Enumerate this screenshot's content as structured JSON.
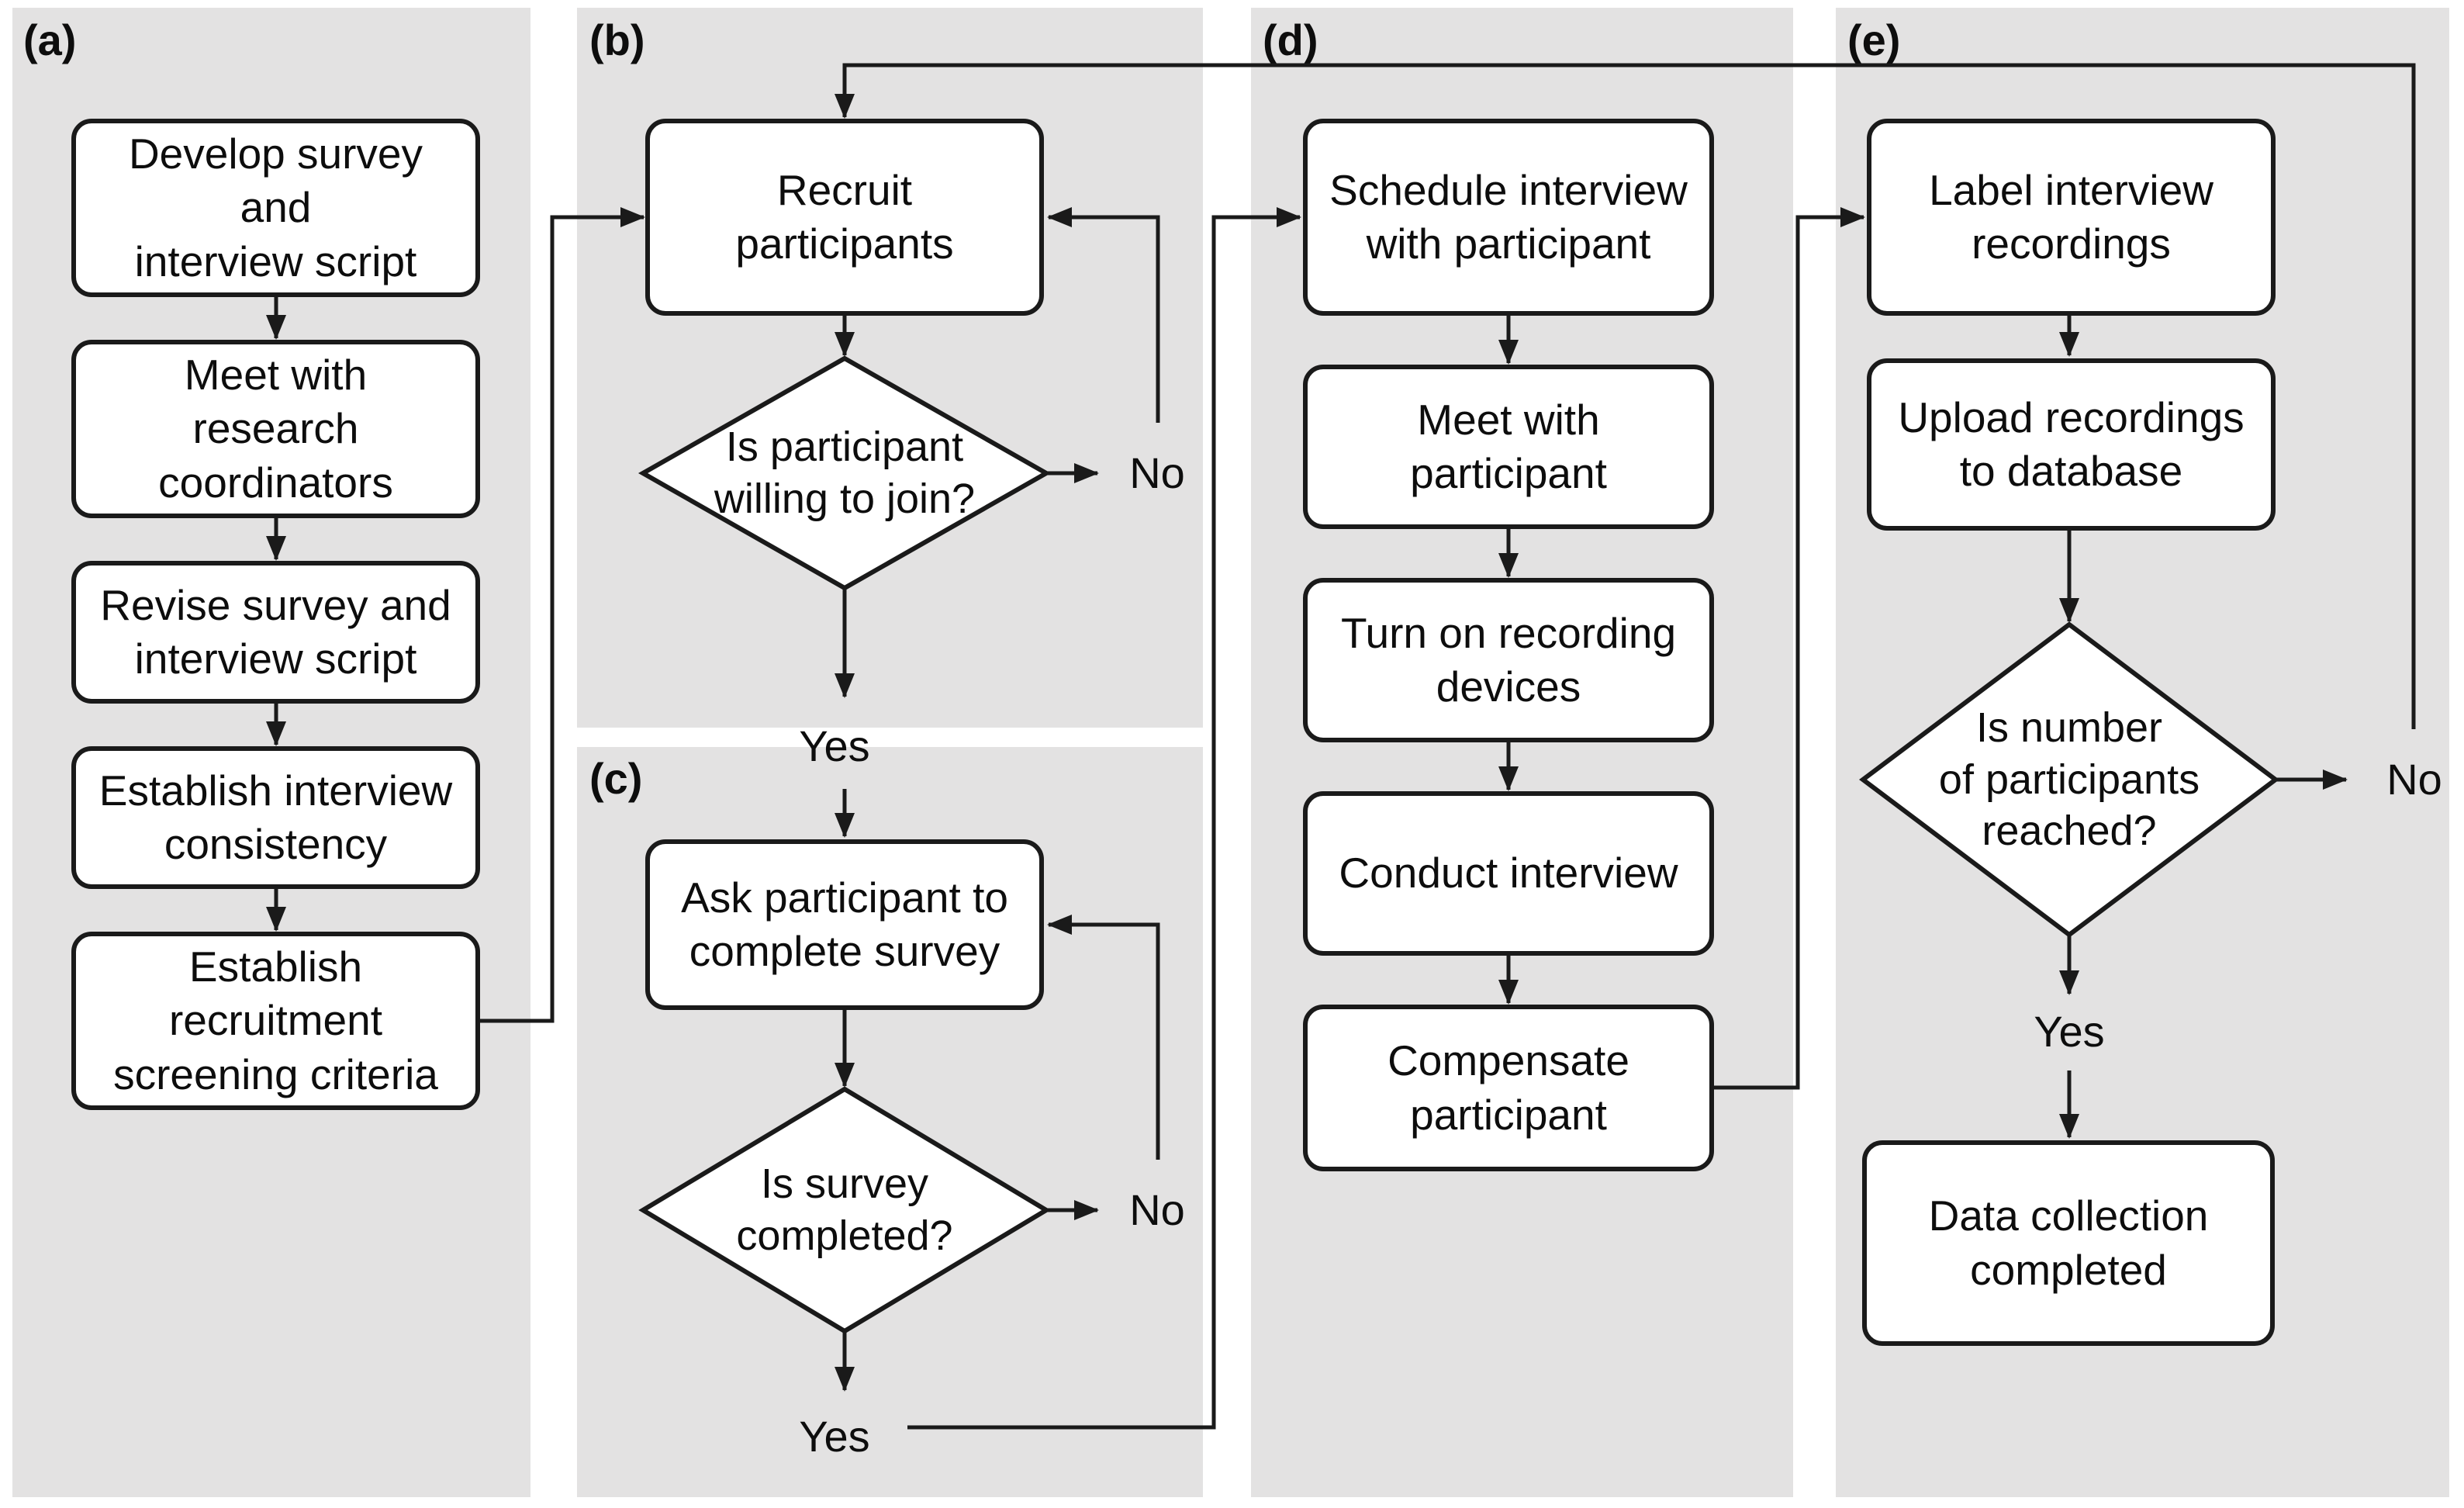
{
  "figure": {
    "panels": [
      {
        "tag": "(a)"
      },
      {
        "tag": "(b)"
      },
      {
        "tag": "(c)"
      },
      {
        "tag": "(d)"
      },
      {
        "tag": "(e)"
      }
    ],
    "nodes": {
      "develop": {
        "label": "Develop survey\nand\ninterview script"
      },
      "meet_coordinators": {
        "label": "Meet with\nresearch\ncoordinators"
      },
      "revise": {
        "label": "Revise survey and\ninterview script"
      },
      "consistency": {
        "label": "Establish interview\nconsistency"
      },
      "criteria": {
        "label": "Establish\nrecruitment\nscreening criteria"
      },
      "recruit": {
        "label": "Recruit\nparticipants"
      },
      "ask_survey": {
        "label": "Ask participant to\ncomplete survey"
      },
      "schedule": {
        "label": "Schedule interview\nwith participant"
      },
      "meet_participant": {
        "label": "Meet with\nparticipant"
      },
      "recording": {
        "label": "Turn on recording\ndevices"
      },
      "conduct": {
        "label": "Conduct interview"
      },
      "compensate": {
        "label": "Compensate\nparticipant"
      },
      "label_recordings": {
        "label": "Label interview\nrecordings"
      },
      "upload": {
        "label": "Upload recordings\nto database"
      },
      "completed": {
        "label": "Data collection\ncompleted"
      }
    },
    "decisions": {
      "willing": {
        "label": "Is participant\nwilling to join?"
      },
      "survey_completed": {
        "label": "Is survey\ncompleted?"
      },
      "participants_reached": {
        "label": "Is number\nof participants\nreached?"
      }
    },
    "edge_labels": {
      "willing_no": "No",
      "willing_yes": "Yes",
      "survey_no": "No",
      "survey_yes": "Yes",
      "reached_no": "No",
      "reached_yes": "Yes"
    },
    "colors": {
      "panel_bg": "#e3e2e2",
      "node_fill": "#ffffff",
      "line": "#1a1a1a",
      "text": "#0d0d0d"
    }
  }
}
